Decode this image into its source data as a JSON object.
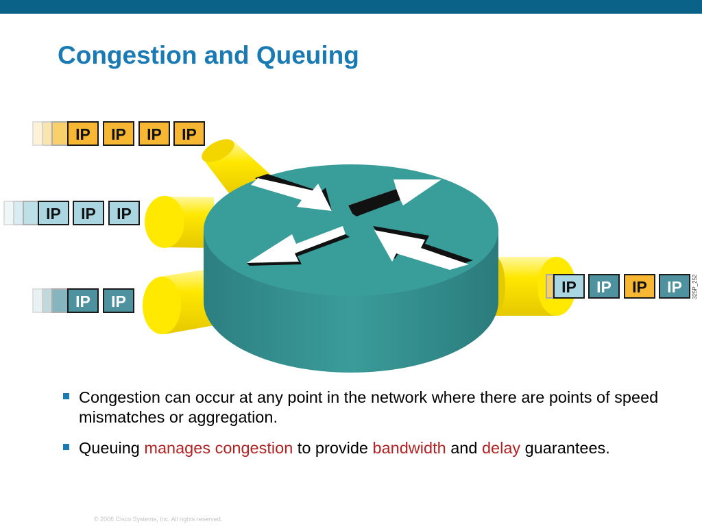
{
  "slide": {
    "title": "Congestion and Queuing",
    "footer": "© 2006 Cisco Systems, Inc. All rights reserved.",
    "figure_code": "325P_252",
    "colors": {
      "header_bar": "#0b6289",
      "title": "#1a7ab4",
      "router": "#379a98",
      "pipe": "#ffe800",
      "packet_yellow": "#f7b733",
      "packet_blue": "#a9d6e0",
      "highlight_text": "#b22222"
    }
  },
  "diagram": {
    "packet_label": "IP",
    "device_icon": "router-icon"
  },
  "bullets": [
    {
      "parts": [
        {
          "text": "Congestion can occur at any point in the network where there are points of speed mismatches or aggregation.",
          "highlight": false
        }
      ]
    },
    {
      "parts": [
        {
          "text": "Queuing ",
          "highlight": false
        },
        {
          "text": "manages congestion",
          "highlight": true
        },
        {
          "text": " to provide ",
          "highlight": false
        },
        {
          "text": "bandwidth",
          "highlight": true
        },
        {
          "text": " and ",
          "highlight": false
        },
        {
          "text": "delay",
          "highlight": true
        },
        {
          "text": " guarantees.",
          "highlight": false
        }
      ]
    }
  ]
}
